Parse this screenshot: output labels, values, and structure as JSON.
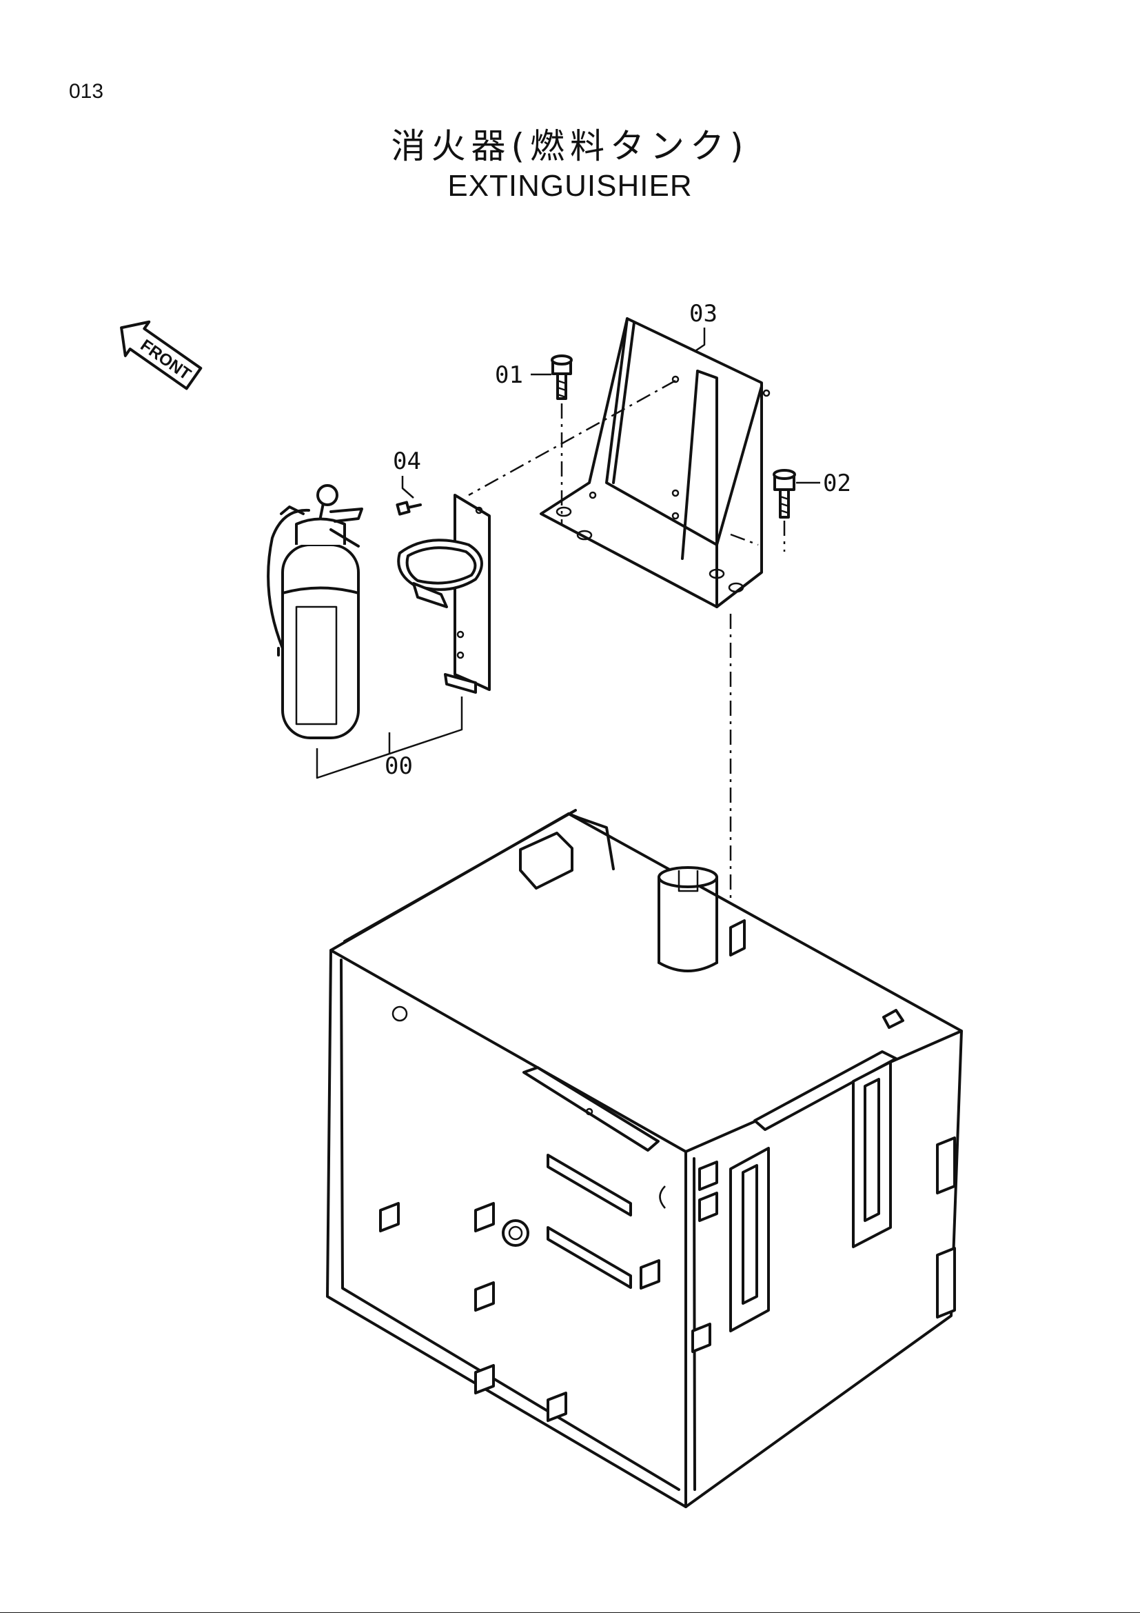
{
  "page": {
    "number": "013"
  },
  "title": {
    "japanese": "消火器(燃料タンク)",
    "english": "EXTINGUISHIER"
  },
  "direction_marker": {
    "label": "FRONT",
    "icon": "front-arrow-icon"
  },
  "callouts": [
    {
      "id": "callout-00",
      "label": "00"
    },
    {
      "id": "callout-01",
      "label": "01"
    },
    {
      "id": "callout-02",
      "label": "02"
    },
    {
      "id": "callout-03",
      "label": "03"
    },
    {
      "id": "callout-04",
      "label": "04"
    }
  ],
  "parts": [
    {
      "icon": "fire-extinguisher-icon"
    },
    {
      "icon": "extinguisher-bracket-icon"
    },
    {
      "icon": "support-bracket-icon"
    },
    {
      "icon": "bolt-icon"
    },
    {
      "icon": "fuel-tank-icon"
    }
  ]
}
